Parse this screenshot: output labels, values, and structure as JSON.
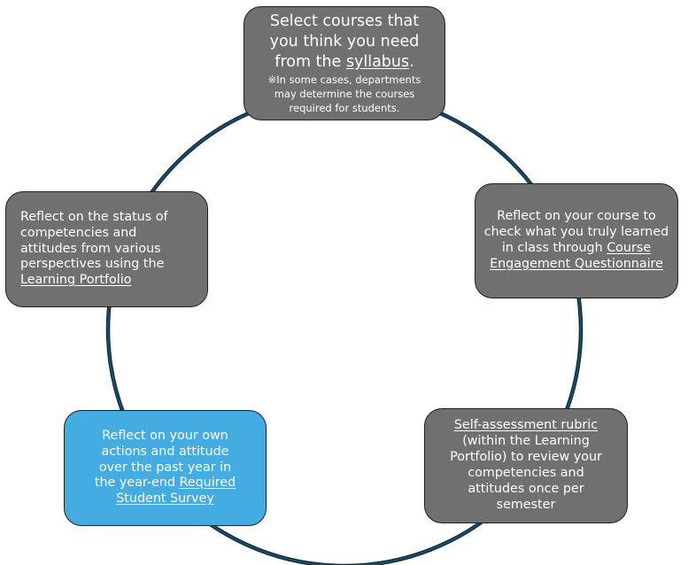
{
  "steps": {
    "top": {
      "line1": "Select courses that",
      "line2": "you think you need",
      "line3_before": "from the ",
      "line3_link": "syllabus",
      "line3_after": ".",
      "note_line1": "※In some cases, departments",
      "note_line2": "may determine the courses",
      "note_line3": "required for students."
    },
    "right": {
      "line1": "Reflect on your course to",
      "line2": "check what you truly learned",
      "line3_before": "in class through ",
      "line3_link": "Course",
      "line4_link": "Engagement Questionnaire"
    },
    "bottom_right": {
      "line1_link": "Self-assessment rubric",
      "line2": "(within the Learning",
      "line3": "Portfolio) to review your",
      "line4": "competencies and",
      "line5": "attitudes once per",
      "line6": "semester"
    },
    "bottom_left": {
      "line1": "Reflect on your own",
      "line2": "actions and attitude",
      "line3": "over the past year in",
      "line4_before": "the year-end ",
      "line4_link": "Required",
      "line5_link": "Student Survey"
    },
    "left": {
      "line1": "Reflect on the status of",
      "line2": "competencies and",
      "line3": "attitudes from various",
      "line4": "perspectives using the",
      "line5_link": "Learning Portfolio"
    }
  },
  "colors": {
    "ring": "#1b4a66",
    "box_gray": "#707070",
    "box_highlight": "#44ace0",
    "text": "#ffffff"
  }
}
